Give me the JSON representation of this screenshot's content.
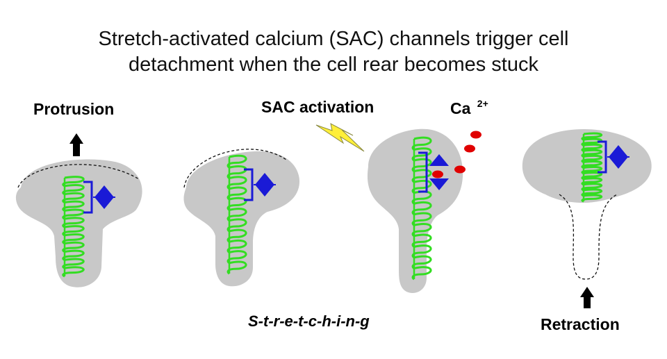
{
  "title": {
    "line1": "Stretch-activated calcium (SAC) channels trigger cell",
    "line2": "detachment when the cell rear becomes stuck"
  },
  "labels": {
    "protrusion": "Protrusion",
    "sac_activation": "SAC activation",
    "ca": "Ca",
    "ca_charge": "2+",
    "stretching": "S-t-r-e-t-c-h-i-n-g",
    "retraction": "Retraction"
  },
  "colors": {
    "cell": "#c8c8c8",
    "actin": "#33dd22",
    "channel": "#1a1ad6",
    "calcium": "#e00000",
    "lightning": "#ffef3a"
  }
}
